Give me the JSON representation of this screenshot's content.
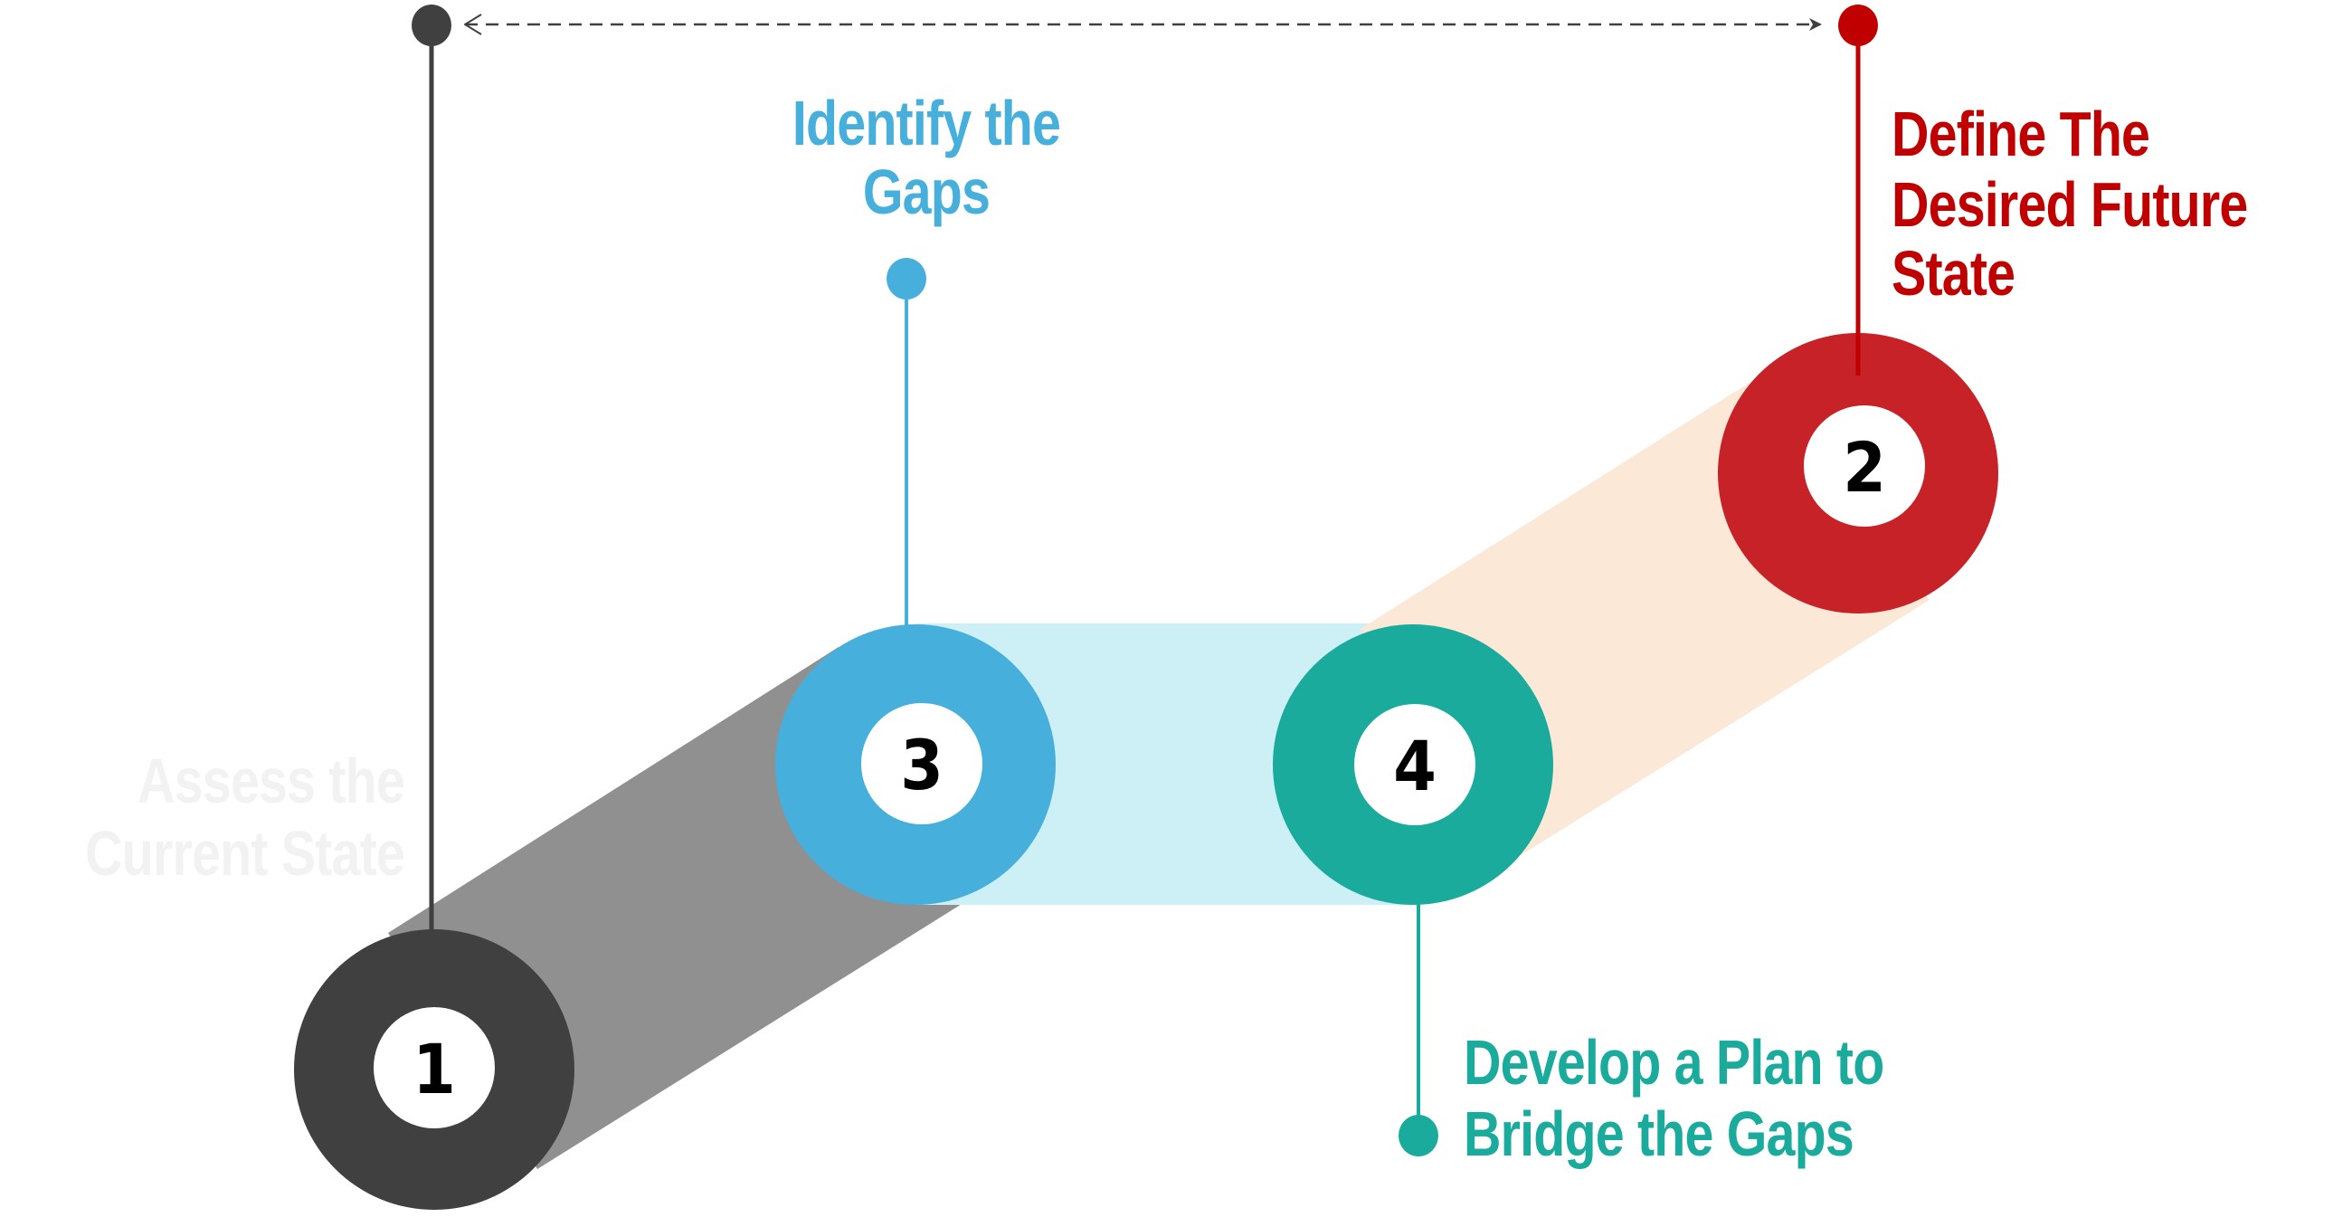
{
  "diagram": {
    "title_hint": "Gap analysis process",
    "steps": [
      {
        "id": "step-1",
        "number": "1",
        "label_lines": [
          "Assess the",
          "Current State"
        ],
        "color": "#404040",
        "band_color": "#909090",
        "label_color": "#f2f2f2",
        "line_color": "#404040"
      },
      {
        "id": "step-2",
        "number": "2",
        "label_lines": [
          "Define The",
          "Desired Future",
          "State"
        ],
        "color": "#c62228",
        "band_color": "#fce8d7",
        "label_color": "#c00000",
        "line_color": "#c00000"
      },
      {
        "id": "step-3",
        "number": "3",
        "label_lines": [
          "Identify the",
          "Gaps"
        ],
        "color": "#47afdc",
        "band_color": "#ccf0f6",
        "label_color": "#47afdc",
        "line_color": "#47afdc"
      },
      {
        "id": "step-4",
        "number": "4",
        "label_lines": [
          "Develop a Plan to",
          "Bridge the Gaps"
        ],
        "color": "#1aab9c",
        "label_color": "#1aab9c",
        "line_color": "#1aab9c"
      }
    ],
    "arrow": {
      "from": "step-1",
      "to": "step-2",
      "style": "dashed-double-headed",
      "color": "#404040"
    },
    "number_color": "#000000",
    "inner_fill": "#ffffff"
  }
}
